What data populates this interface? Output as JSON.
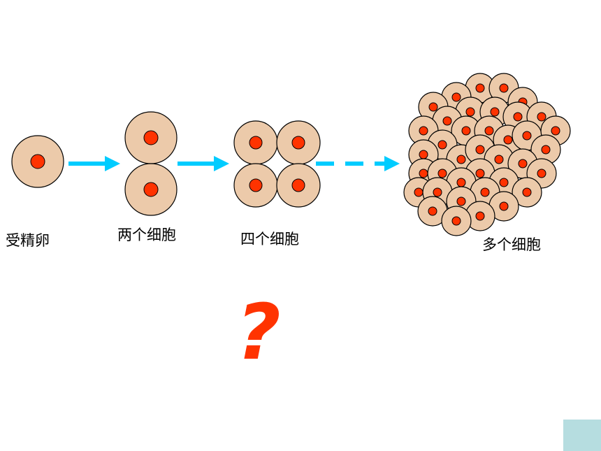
{
  "diagram": {
    "stages": [
      {
        "label": "受精卵"
      },
      {
        "label": "两个细胞"
      },
      {
        "label": "四个细胞"
      },
      {
        "label": "多个细胞"
      }
    ],
    "question_mark": "?"
  },
  "colors": {
    "cell_fill": "#eccaaa",
    "cell_stroke": "#000000",
    "nucleus_fill": "#ff3300",
    "arrow": "#00ccff",
    "question": "#ff3300",
    "nav_button": "#b6dde0"
  }
}
